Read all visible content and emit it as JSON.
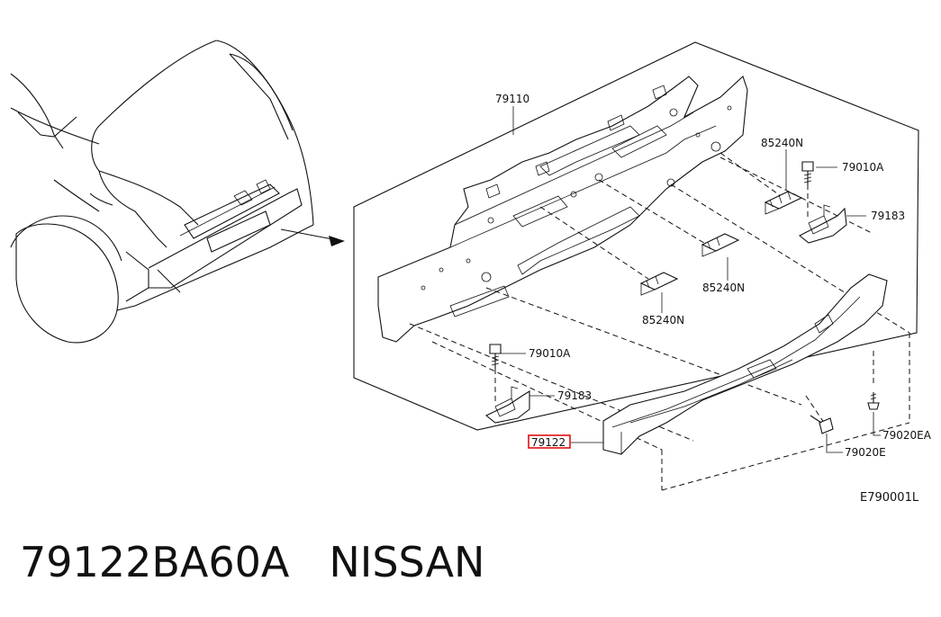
{
  "labels": {
    "rear_panel": "79110",
    "clip_upper": "85240N",
    "bolt_upper": "79010A",
    "bracket_upper": "79183",
    "clip_right": "85240N",
    "clip_lower": "85240N",
    "bolt_lower": "79010A",
    "bracket_lower": "79183",
    "finisher": "79122",
    "screw_ea": "79020EA",
    "screw_e": "79020E",
    "diagram_code": "E790001L"
  },
  "footer": {
    "part_number": "79122BA60A",
    "brand": "NISSAN"
  },
  "colors": {
    "highlight": "#e01010",
    "line": "#111111"
  }
}
